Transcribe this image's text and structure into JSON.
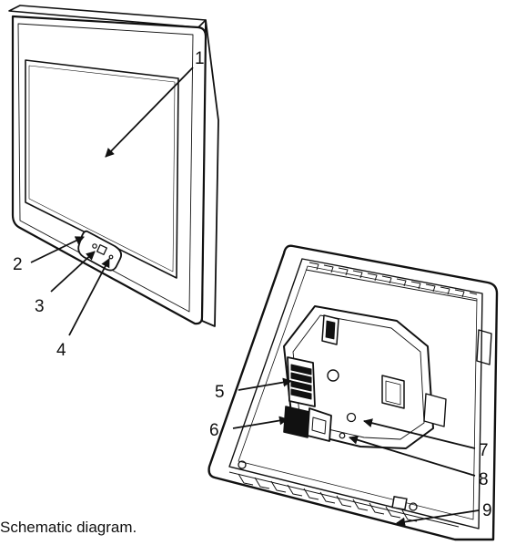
{
  "callouts": [
    "1",
    "2",
    "3",
    "4",
    "5",
    "6",
    "7",
    "8",
    "9"
  ],
  "caption": "Schematic diagram."
}
